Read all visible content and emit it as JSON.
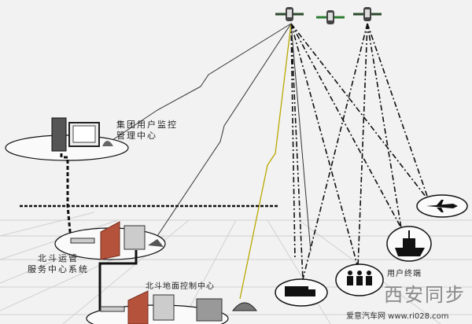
{
  "labels": {
    "group_monitor": [
      "集团用户监控",
      "管理中心"
    ],
    "ops_center": [
      "北斗运管",
      "服务中心系统"
    ],
    "ground_control": "北斗地面控制中心",
    "user_terminal": "用户终端"
  },
  "watermark": {
    "brand": "西安同步",
    "site": "爱意汽车网 www.ri028.com"
  }
}
